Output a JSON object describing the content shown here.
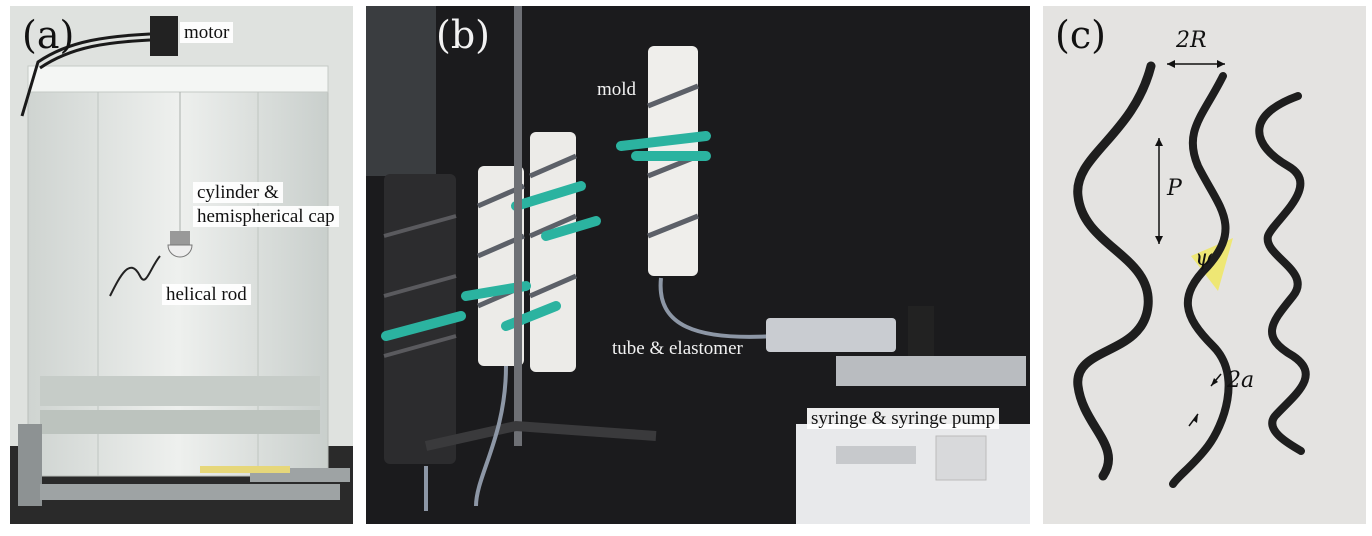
{
  "panels": {
    "a": {
      "tag": "(a)",
      "labels": {
        "motor": "motor",
        "cylinder_line1": "cylinder &",
        "cylinder_line2": "hemispherical cap",
        "helical_rod": "helical rod"
      }
    },
    "b": {
      "tag": "(b)",
      "labels": {
        "mold": "mold",
        "tube": "tube & elastomer",
        "syringe": "syringe & syringe pump"
      }
    },
    "c": {
      "tag": "(c)",
      "labels": {
        "two_r": "2R",
        "pitch": "P",
        "psi": "ψ",
        "two_a": "2a"
      }
    }
  },
  "colors": {
    "tank_bg": "#d8dcd9",
    "studio_bg": "#1b1b1d",
    "paper_bg": "#e4e3e1",
    "rod": "#1e1e1e",
    "tubing_teal": "#2bb3a0",
    "angle_highlight": "#f0e860"
  }
}
